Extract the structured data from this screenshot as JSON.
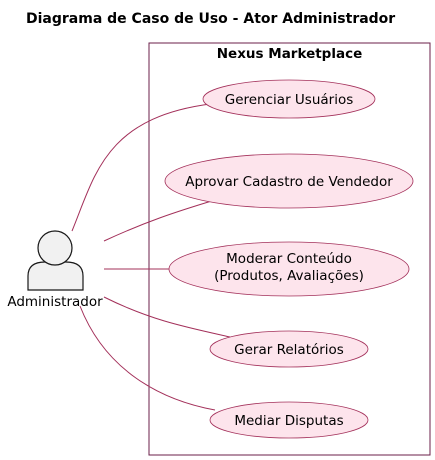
{
  "diagram": {
    "title": "Diagrama de Caso de Uso - Ator Administrador",
    "system": {
      "name": "Nexus Marketplace"
    },
    "actor": {
      "name": "Administrador"
    },
    "use_cases": [
      {
        "line1": "Gerenciar Usuários",
        "line2": ""
      },
      {
        "line1": "Aprovar Cadastro de Vendedor",
        "line2": ""
      },
      {
        "line1": "Moderar Conteúdo",
        "line2": "(Produtos, Avaliações)"
      },
      {
        "line1": "Gerar Relatórios",
        "line2": ""
      },
      {
        "line1": "Mediar Disputas",
        "line2": ""
      }
    ],
    "colors": {
      "border": "#6b1f4a",
      "usecase_fill": "#fde4ec",
      "usecase_stroke": "#a3305a",
      "association": "#a3305a",
      "actor_fill": "#f1f1f1",
      "actor_stroke": "#181818"
    }
  }
}
